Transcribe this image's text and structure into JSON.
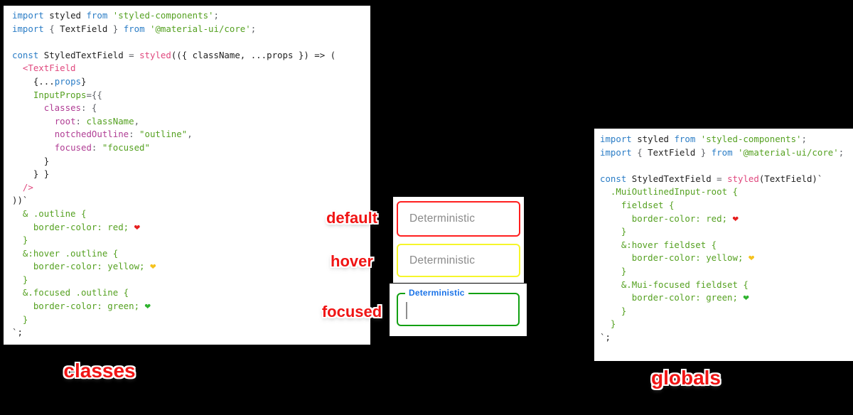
{
  "colors": {
    "page_bg": "#000000",
    "panel_bg": "#ffffff",
    "keyword_blue": "#2b7dc6",
    "string_green": "#55a121",
    "function_pink": "#e0487e",
    "property_magenta": "#b03d94",
    "plain_black": "#1f1f1f",
    "punct_gray": "#5d6066",
    "heart_red": "#e61e1e",
    "heart_yellow": "#f5c21d",
    "heart_green": "#2fb32f",
    "annotation_red": "#f01414",
    "field_border_red": "#ff1f1f",
    "field_border_yellow": "#f6f62a",
    "field_border_green": "#12a012",
    "placeholder_gray": "#8a8a8a",
    "focused_label_blue": "#1a73e8",
    "cursor_gray": "#8e8e8e"
  },
  "left_panel": {
    "lines": [
      [
        [
          "kw",
          "import"
        ],
        [
          "pl",
          " styled "
        ],
        [
          "kw",
          "from"
        ],
        [
          "str",
          " 'styled-components'"
        ],
        [
          "pun",
          ";"
        ]
      ],
      [
        [
          "kw",
          "import"
        ],
        [
          "pun",
          " { "
        ],
        [
          "pl",
          "TextField"
        ],
        [
          "pun",
          " } "
        ],
        [
          "kw",
          "from"
        ],
        [
          "str",
          " '@material-ui/core'"
        ],
        [
          "pun",
          ";"
        ]
      ],
      [],
      [
        [
          "kw",
          "const"
        ],
        [
          "pl",
          " StyledTextField "
        ],
        [
          "pun",
          "= "
        ],
        [
          "fn",
          "styled"
        ],
        [
          "pl",
          "(({ className, ...props }) => ("
        ]
      ],
      [
        [
          "pl",
          "  "
        ],
        [
          "tag",
          "<TextField"
        ]
      ],
      [
        [
          "pl",
          "    {..."
        ],
        [
          "var",
          "props"
        ],
        [
          "pl",
          "}"
        ]
      ],
      [
        [
          "pl",
          "    "
        ],
        [
          "attr",
          "InputProps"
        ],
        [
          "pun",
          "={{"
        ]
      ],
      [
        [
          "pl",
          "      "
        ],
        [
          "prop",
          "classes"
        ],
        [
          "pun",
          ": {"
        ]
      ],
      [
        [
          "pl",
          "        "
        ],
        [
          "prop",
          "root"
        ],
        [
          "pun",
          ": "
        ],
        [
          "str",
          "className"
        ],
        [
          "pun",
          ","
        ]
      ],
      [
        [
          "pl",
          "        "
        ],
        [
          "prop",
          "notchedOutline"
        ],
        [
          "pun",
          ": "
        ],
        [
          "str",
          "\"outline\""
        ],
        [
          "pun",
          ","
        ]
      ],
      [
        [
          "pl",
          "        "
        ],
        [
          "prop",
          "focused"
        ],
        [
          "pun",
          ": "
        ],
        [
          "str",
          "\"focused\""
        ]
      ],
      [
        [
          "pl",
          "      }"
        ]
      ],
      [
        [
          "pl",
          "    } }"
        ]
      ],
      [
        [
          "pl",
          "  "
        ],
        [
          "tag",
          "/>"
        ]
      ],
      [
        [
          "pl",
          "))`"
        ]
      ],
      [
        [
          "str",
          "  & .outline {"
        ]
      ],
      [
        [
          "str",
          "    border-color: red; "
        ],
        [
          "em-red",
          "❤"
        ]
      ],
      [
        [
          "str",
          "  }"
        ]
      ],
      [
        [
          "str",
          "  &:hover .outline {"
        ]
      ],
      [
        [
          "str",
          "    border-color: yellow; "
        ],
        [
          "em-yel",
          "❤"
        ]
      ],
      [
        [
          "str",
          "  }"
        ]
      ],
      [
        [
          "str",
          "  &.focused .outline {"
        ]
      ],
      [
        [
          "str",
          "    border-color: green; "
        ],
        [
          "em-grn",
          "❤"
        ]
      ],
      [
        [
          "str",
          "  }"
        ]
      ],
      [
        [
          "pl",
          "`;"
        ]
      ]
    ]
  },
  "right_panel": {
    "lines": [
      [
        [
          "kw",
          "import"
        ],
        [
          "pl",
          " styled "
        ],
        [
          "kw",
          "from"
        ],
        [
          "str",
          " 'styled-components'"
        ],
        [
          "pun",
          ";"
        ]
      ],
      [
        [
          "kw",
          "import"
        ],
        [
          "pun",
          " { "
        ],
        [
          "pl",
          "TextField"
        ],
        [
          "pun",
          " } "
        ],
        [
          "kw",
          "from"
        ],
        [
          "str",
          " '@material-ui/core'"
        ],
        [
          "pun",
          ";"
        ]
      ],
      [],
      [
        [
          "kw",
          "const"
        ],
        [
          "pl",
          " StyledTextField "
        ],
        [
          "pun",
          "= "
        ],
        [
          "fn",
          "styled"
        ],
        [
          "pl",
          "(TextField)`"
        ]
      ],
      [
        [
          "str",
          "  .MuiOutlinedInput-root {"
        ]
      ],
      [
        [
          "str",
          "    fieldset {"
        ]
      ],
      [
        [
          "str",
          "      border-color: red; "
        ],
        [
          "em-red",
          "❤"
        ]
      ],
      [
        [
          "str",
          "    }"
        ]
      ],
      [
        [
          "str",
          "    &:hover fieldset {"
        ]
      ],
      [
        [
          "str",
          "      border-color: yellow; "
        ],
        [
          "em-yel",
          "❤"
        ]
      ],
      [
        [
          "str",
          "    }"
        ]
      ],
      [
        [
          "str",
          "    &.Mui-focused fieldset {"
        ]
      ],
      [
        [
          "str",
          "      border-color: green; "
        ],
        [
          "em-grn",
          "❤"
        ]
      ],
      [
        [
          "str",
          "    }"
        ]
      ],
      [
        [
          "str",
          "  }"
        ]
      ],
      [
        [
          "pl",
          "`;"
        ]
      ]
    ]
  },
  "annotations": {
    "default": "default",
    "hover": "hover",
    "focused": "focused"
  },
  "captions": {
    "left": "classes",
    "right": "globals"
  },
  "fields": {
    "default_field": {
      "placeholder": "Deterministic"
    },
    "hover_field": {
      "placeholder": "Deterministic"
    },
    "focused_field": {
      "label": "Deterministic",
      "value": ""
    }
  }
}
